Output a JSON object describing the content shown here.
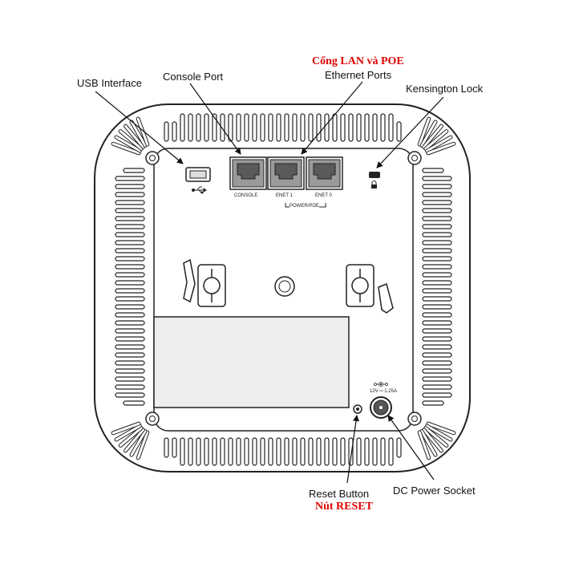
{
  "labels": {
    "usb_interface": "USB Interface",
    "console_port": "Console Port",
    "ethernet_ports": "Ethernet Ports",
    "ethernet_ports_vi": "Cổng LAN và POE",
    "kensington_lock": "Kensington Lock",
    "reset_button": "Reset Button",
    "reset_button_vi": "Nút RESET",
    "dc_power_socket": "DC Power Socket"
  },
  "port_markings": {
    "console": "CONSOLE",
    "enet1": "ENET 1",
    "enet0": "ENET 0",
    "poe": "POWER/POE",
    "dc_rating": "12V ═ 1.25A"
  },
  "colors": {
    "annotation_red": "#e00000",
    "outline": "#222222",
    "port_fill": "#9a9a9a",
    "label_plate": "#eeeeee"
  },
  "icons": [
    "usb-symbol-icon",
    "lock-icon",
    "dc-polarity-icon"
  ]
}
